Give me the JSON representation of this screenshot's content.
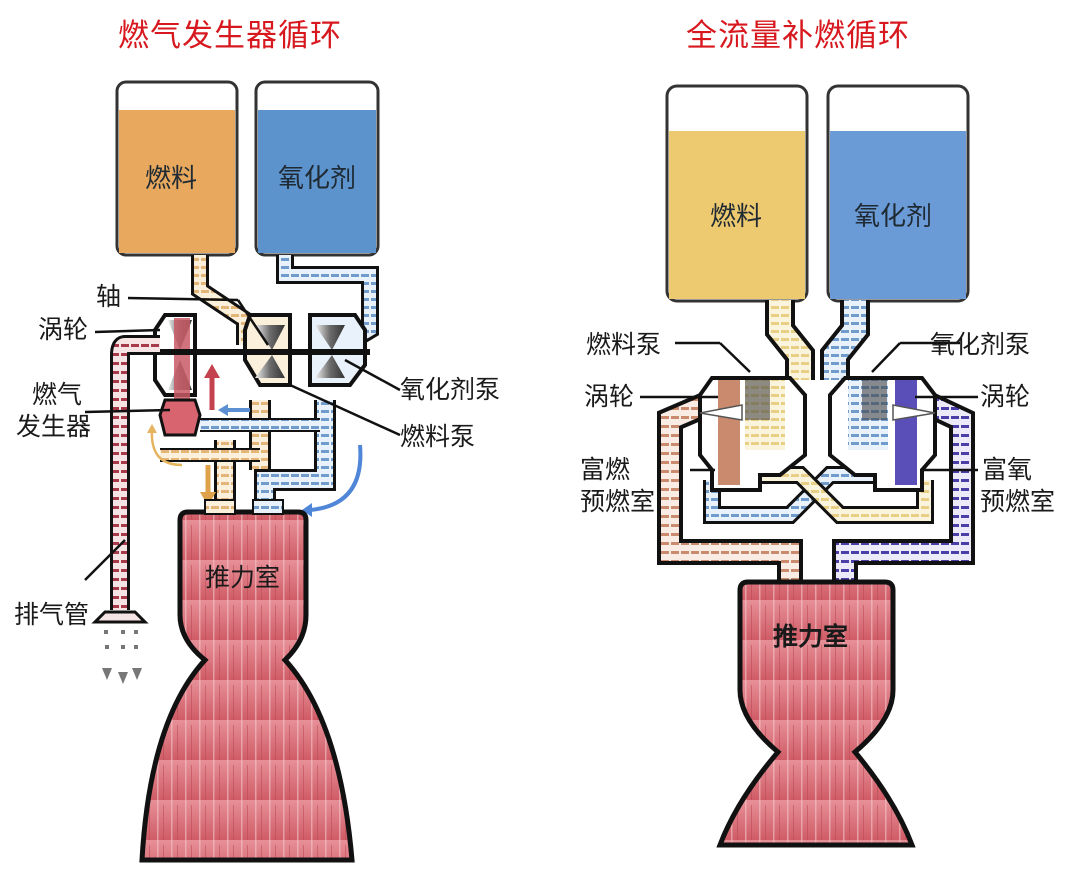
{
  "left_diagram": {
    "title": "燃气发生器循环",
    "tanks": {
      "fuel": "燃料",
      "oxidizer": "氧化剂"
    },
    "labels": {
      "shaft": "轴",
      "turbine": "涡轮",
      "gas_generator_line1": "燃气",
      "gas_generator_line2": "发生器",
      "oxidizer_pump": "氧化剂泵",
      "fuel_pump": "燃料泵",
      "exhaust_pipe": "排气管",
      "thrust_chamber": "推力室"
    }
  },
  "right_diagram": {
    "title": "全流量补燃循环",
    "tanks": {
      "fuel": "燃料",
      "oxidizer": "氧化剂"
    },
    "labels": {
      "fuel_pump": "燃料泵",
      "oxidizer_pump": "氧化剂泵",
      "turbine_left": "涡轮",
      "turbine_right": "涡轮",
      "fuel_rich_preburner_line1": "富燃",
      "fuel_rich_preburner_line2": "预燃室",
      "oxidizer_rich_preburner_line1": "富氧",
      "oxidizer_rich_preburner_line2": "预燃室",
      "thrust_chamber": "推力室"
    }
  },
  "colors": {
    "title_red": "#d7191f",
    "fuel_orange": "#e8a95e",
    "fuel_yellow": "#edc96f",
    "oxidizer_blue": "#5d93cd",
    "oxidizer_blue_right": "#6a9bd6",
    "flame_red": "#d9646a",
    "hot_gas_red": "#b5474f",
    "fuel_rich_brown": "#c98a6e",
    "ox_rich_purple": "#5a4fb8"
  }
}
